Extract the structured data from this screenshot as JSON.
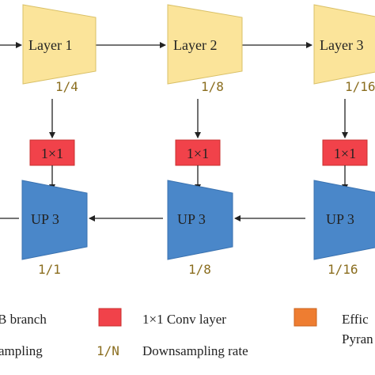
{
  "colors": {
    "layer_fill": "#fbe49a",
    "layer_stroke": "#d9c067",
    "up_fill": "#4a87c9",
    "up_stroke": "#3a72b0",
    "conv_fill": "#f1424a",
    "conv_stroke": "#c9302f",
    "efficient_fill": "#ee7d31",
    "ratio_text": "#8a6d1e"
  },
  "layers": [
    {
      "label": "Layer 1",
      "ratio": "1/4"
    },
    {
      "label": "Layer 2",
      "ratio": "1/8"
    },
    {
      "label": "Layer 3",
      "ratio": "1/16"
    }
  ],
  "convs": [
    "1×1",
    "1×1",
    "1×1"
  ],
  "ups": [
    {
      "label": "UP 3",
      "ratio": "1/1"
    },
    {
      "label": "UP 3",
      "ratio": "1/8"
    },
    {
      "label": "UP 3",
      "ratio": "1/16"
    }
  ],
  "legend": {
    "branch_text": "B branch",
    "sampling_text": "ampling",
    "conv_text": "1×1 Conv layer",
    "ratio_symbol": "1/N",
    "downsampling_text": "Downsampling rate",
    "efficient_text_1": "Effic",
    "efficient_text_2": "Pyran"
  }
}
